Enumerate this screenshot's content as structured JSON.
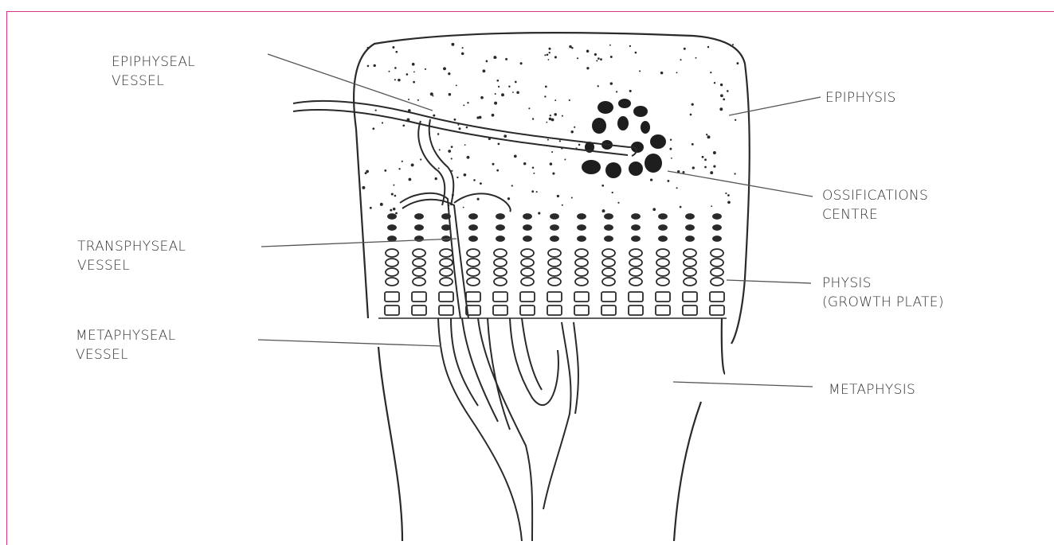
{
  "labels": {
    "epiphyseal_vessel": [
      "EPIPHYSEAL",
      "VESSEL"
    ],
    "transphyseal_vessel": [
      "TRANSPHYSEAL",
      "VESSEL"
    ],
    "metaphyseal_vessel": [
      "METAPHYSEAL",
      "VESSEL"
    ],
    "epiphysis": [
      "EPIPHYSIS"
    ],
    "ossification_centre": [
      "OSSIFICATIONS",
      "CENTRE"
    ],
    "physis": [
      "PHYSIS",
      "(GROWTH PLATE)"
    ],
    "metaphysis": [
      "METAPHYSIS"
    ]
  },
  "colors": {
    "frame": "#d6338a",
    "ink": "#2a2a2a",
    "leader": "#555555",
    "text": "#333333"
  }
}
